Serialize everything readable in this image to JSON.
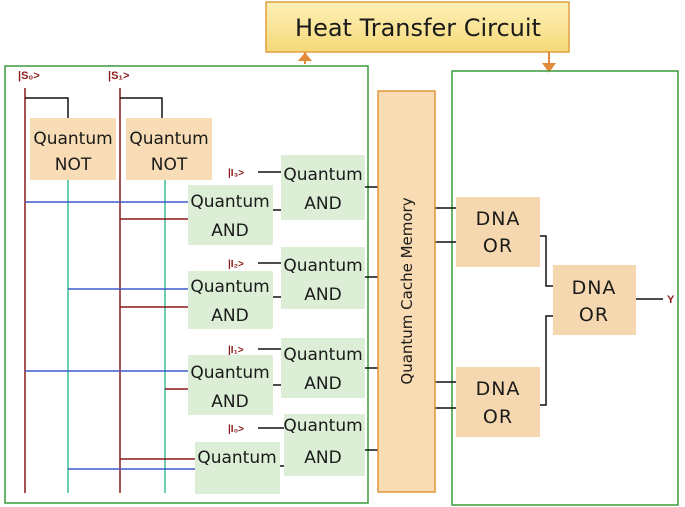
{
  "title": "Heat Transfer Circuit",
  "inputs": {
    "s0": "|S₀>",
    "s1": "|S₁>",
    "i3": "|I₃>",
    "i2": "|I₂>",
    "i1": "|I₁>",
    "i0": "|I₀>"
  },
  "gates": {
    "not_label_1": "Quantum",
    "not_label_2": "NOT",
    "and_label_1": "Quantum",
    "and_label_2": "AND",
    "or_label_1": "DNA",
    "or_label_2": "OR"
  },
  "memory_label": "Quantum Cache Memory",
  "output_label": "Y",
  "colors": {
    "frame_green": "#3a9a3a",
    "not_fill": "#f8dcb6",
    "and_fill": "#dcefd6",
    "or_fill": "#f5d8b0",
    "memory_fill": "#fadcb4",
    "memory_stroke": "#e0953a",
    "title_fill": "#fbe69a",
    "title_stroke": "#e0a040",
    "red_wire": "#8b1a1a",
    "teal_wire": "#3cbf9a",
    "blue_wire": "#3c5ac8",
    "green_wire": "#2e8b2e"
  }
}
